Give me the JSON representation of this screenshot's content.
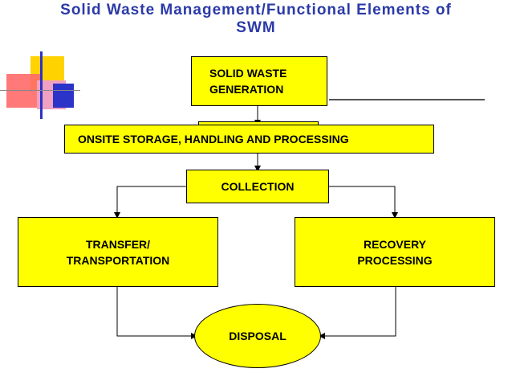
{
  "title": {
    "line1": "Solid Waste Management/Functional Elements of",
    "line2": "SWM"
  },
  "nodes": {
    "generation": {
      "line1": "SOLID WASTE",
      "line2": "GENERATION"
    },
    "onsite": {
      "label": "ONSITE STORAGE, HANDLING AND PROCESSING"
    },
    "collection": {
      "label": "COLLECTION"
    },
    "transfer": {
      "line1": "TRANSFER/",
      "line2": "TRANSPORTATION"
    },
    "recovery": {
      "line1": "RECOVERY",
      "line2": "PROCESSING"
    },
    "disposal": {
      "label": "DISPOSAL"
    }
  },
  "colors": {
    "box_fill": "#ffff00",
    "title": "#2b3aa8",
    "deco_yellow": "#ffd200",
    "deco_red": "#ff5a5a",
    "deco_blue": "#2b33c8"
  }
}
